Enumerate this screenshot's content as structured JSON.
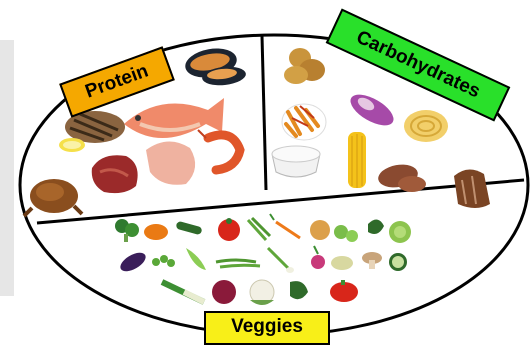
{
  "sections": {
    "protein": {
      "label": "Protein",
      "color": "#f5a800",
      "foods": [
        "mussels-icon",
        "fish-icon",
        "steak-icon",
        "lemon-icon",
        "beef-icon",
        "chicken-breast-icon",
        "shrimp-icon",
        "roast-chicken-icon"
      ]
    },
    "carbohydrates": {
      "label": "Carbohydrates",
      "color": "#29e02a",
      "foods": [
        "potatoes-icon",
        "pasta-icon",
        "sweet-potato-icon",
        "noodles-icon",
        "rice-icon",
        "corn-icon",
        "sweet-potatoes-icon",
        "bread-icon"
      ]
    },
    "veggies": {
      "label": "Veggies",
      "color": "#f8ef18",
      "foods": [
        "broccoli-icon",
        "pumpkin-icon",
        "zucchini-icon",
        "tomato-icon",
        "asparagus-icon",
        "carrot-icon",
        "onion-icon",
        "brussels-sprouts-icon",
        "spinach-icon",
        "cabbage-icon",
        "eggplant-icon",
        "peas-icon",
        "bok-choy-icon",
        "green-beans-icon",
        "spring-onion-icon",
        "radish-icon",
        "sprouts-icon",
        "mushroom-icon",
        "cucumber-icon",
        "leek-icon",
        "beet-icon",
        "cauliflower-icon",
        "kale-icon",
        "red-pepper-icon"
      ]
    }
  }
}
